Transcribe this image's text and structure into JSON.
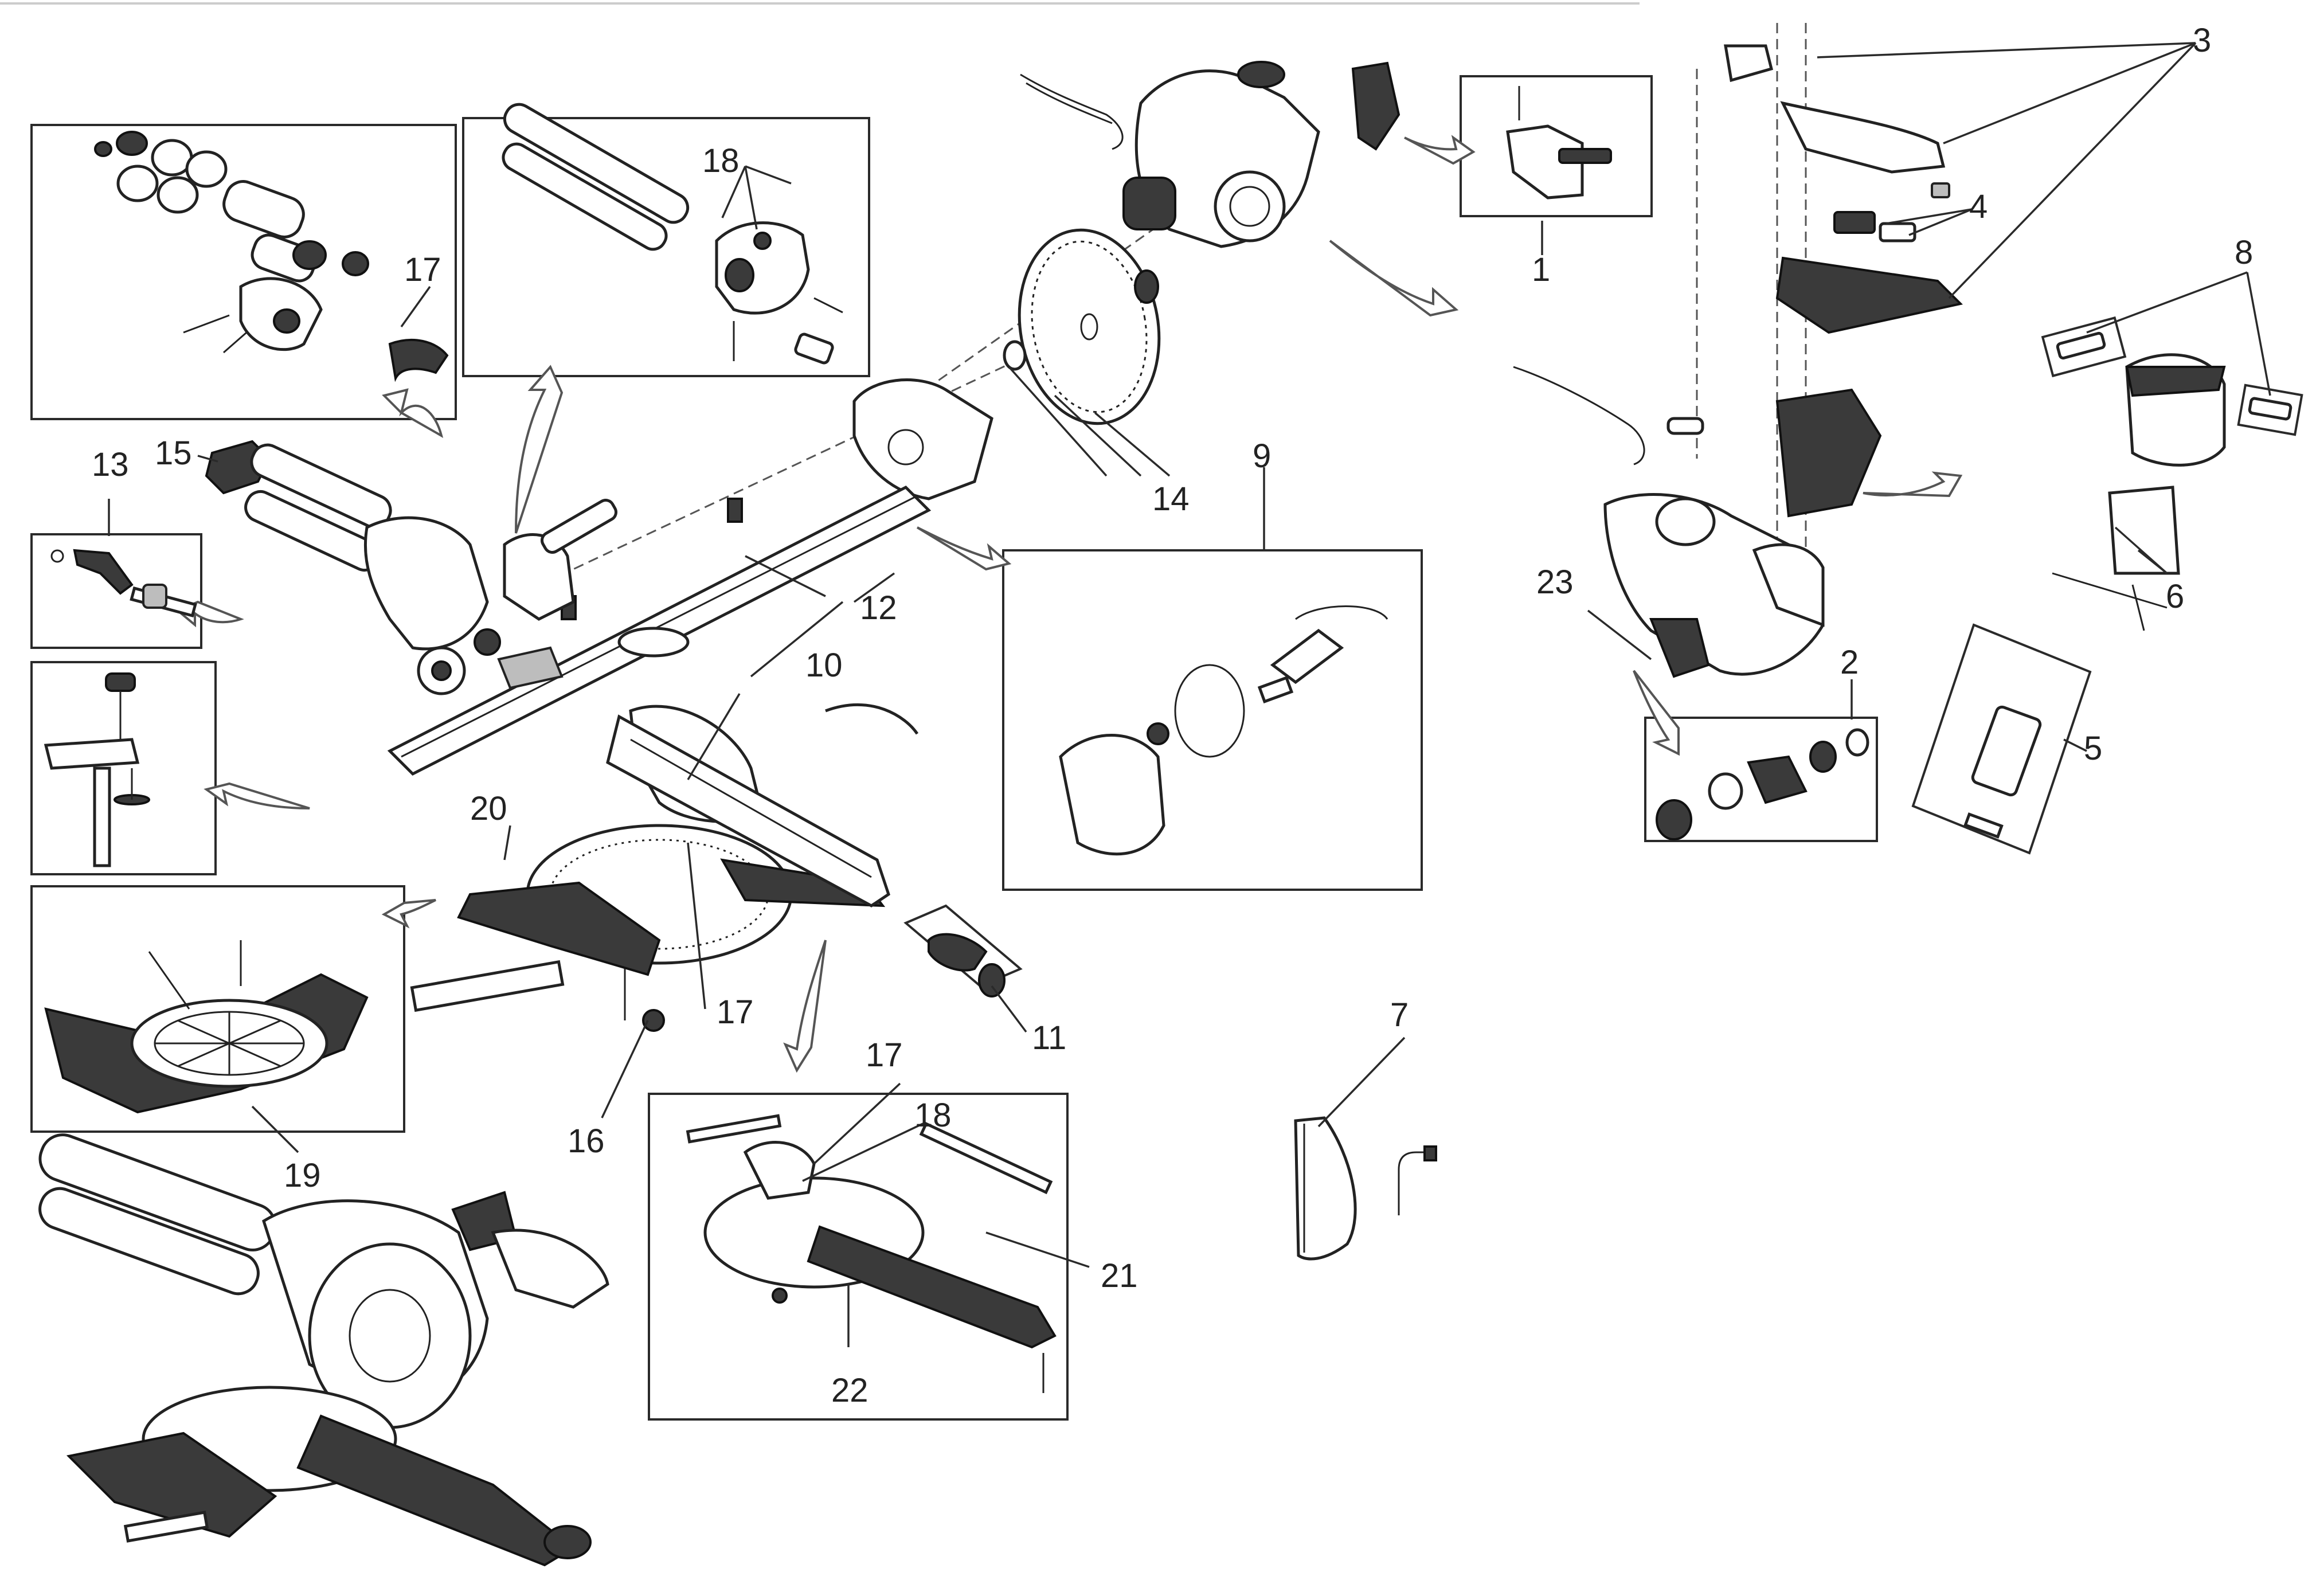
{
  "callouts": {
    "c1": "1",
    "c2": "2",
    "c3": "3",
    "c4": "4",
    "c5": "5",
    "c6": "6",
    "c7": "7",
    "c8": "8",
    "c9": "9",
    "c10": "10",
    "c11": "11",
    "c12": "12",
    "c13": "13",
    "c14": "14",
    "c15": "15",
    "c16": "16",
    "c17a": "17",
    "c17b": "17",
    "c17c": "17",
    "c18a": "18",
    "c18b": "18",
    "c19": "19",
    "c20": "20",
    "c21": "21",
    "c22": "22",
    "c23": "23"
  },
  "colors": {
    "line": "#222222",
    "fill": "#ffffff",
    "dark": "#3a3a3a",
    "grey": "#bdbdbd"
  }
}
